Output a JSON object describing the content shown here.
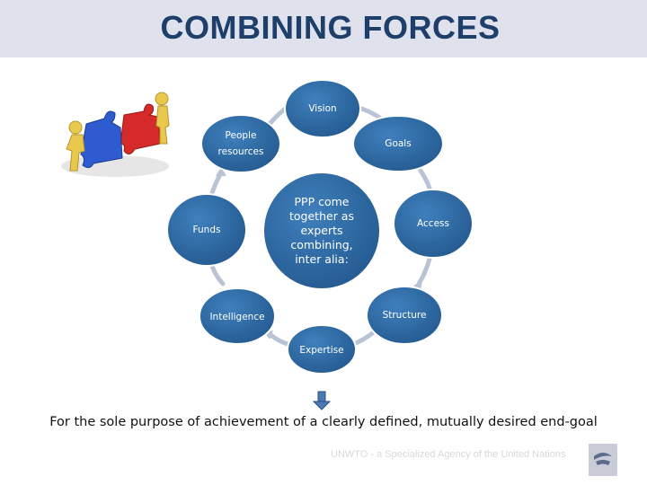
{
  "title": "COMBINING FORCES",
  "center_text": "PPP come together as experts combining, inter alia:",
  "nodes": {
    "vision": "Vision",
    "goals": "Goals",
    "access": "Access",
    "structure": "Structure",
    "expertise": "Expertise",
    "intelligence": "Intelligence",
    "funds": "Funds",
    "people": "People resources"
  },
  "tagline": "For the sole purpose of achievement of a clearly defined, mutually desired end-goal",
  "footer": "UNWTO - a Specialized Agency of the United Nations",
  "colors": {
    "node": "#2e6aa2",
    "arrow": "#b9c3d6",
    "title": "#1f3f6b",
    "puzzle_blue": "#2f5bd0",
    "puzzle_red": "#d42a2a"
  },
  "icons": [
    "puzzle-figures-icon",
    "down-arrow-icon",
    "unwto-logo-icon"
  ]
}
